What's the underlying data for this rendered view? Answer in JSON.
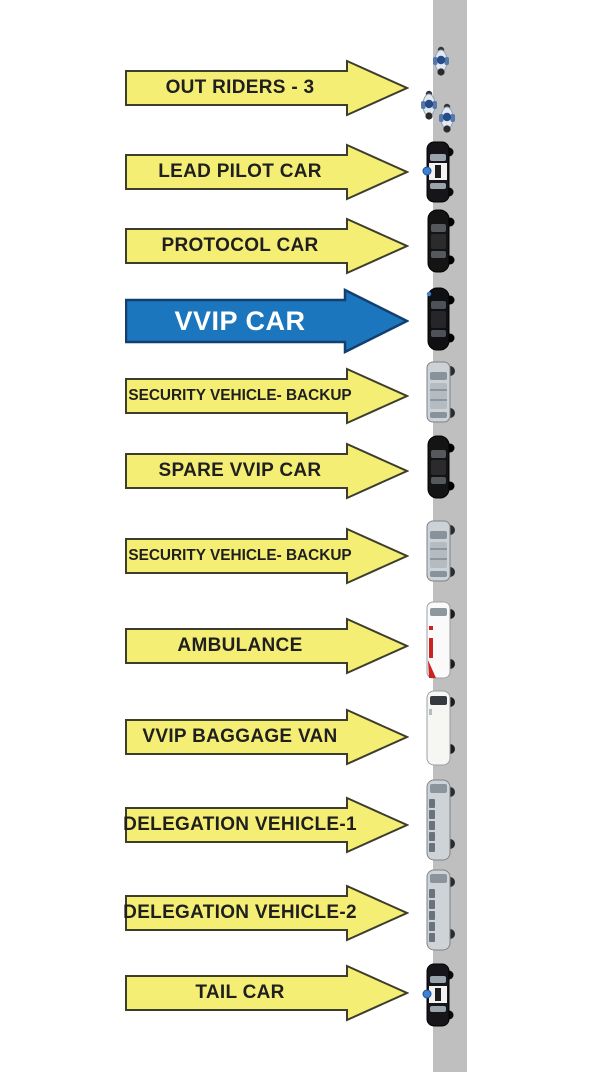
{
  "diagram": {
    "description": "VVIP motorcade convoy order diagram",
    "background_color": "#ffffff",
    "road_color": "#bfbfbf",
    "arrow_fill_yellow": "#f5ee75",
    "arrow_border_yellow": "#3d3d2e",
    "arrow_fill_blue": "#1b76be",
    "arrow_border_blue": "#123f6e",
    "label_color": "#1f1f1f",
    "vvip_label_color": "#ffffff"
  },
  "rows": [
    {
      "label": "OUT RIDERS - 3",
      "vehicle_icon": "police-motorcycles-icon",
      "highlight": false
    },
    {
      "label": "LEAD PILOT CAR",
      "vehicle_icon": "police-car-icon",
      "highlight": false
    },
    {
      "label": "PROTOCOL CAR",
      "vehicle_icon": "black-sedan-icon",
      "highlight": false
    },
    {
      "label": "VVIP CAR",
      "vehicle_icon": "black-limousine-icon",
      "highlight": true
    },
    {
      "label": "SECURITY VEHICLE- BACKUP",
      "vehicle_icon": "gray-suv-icon",
      "highlight": false
    },
    {
      "label": "SPARE VVIP CAR",
      "vehicle_icon": "black-sedan-icon",
      "highlight": false
    },
    {
      "label": "SECURITY VEHICLE- BACKUP",
      "vehicle_icon": "gray-suv-icon",
      "highlight": false
    },
    {
      "label": "AMBULANCE",
      "vehicle_icon": "ambulance-icon",
      "highlight": false
    },
    {
      "label": "VVIP BAGGAGE VAN",
      "vehicle_icon": "white-van-icon",
      "highlight": false
    },
    {
      "label": "DELEGATION VEHICLE-1",
      "vehicle_icon": "gray-minibus-icon",
      "highlight": false
    },
    {
      "label": "DELEGATION VEHICLE-2",
      "vehicle_icon": "gray-minibus-icon",
      "highlight": false
    },
    {
      "label": "TAIL CAR",
      "vehicle_icon": "police-car-icon",
      "highlight": false
    }
  ]
}
